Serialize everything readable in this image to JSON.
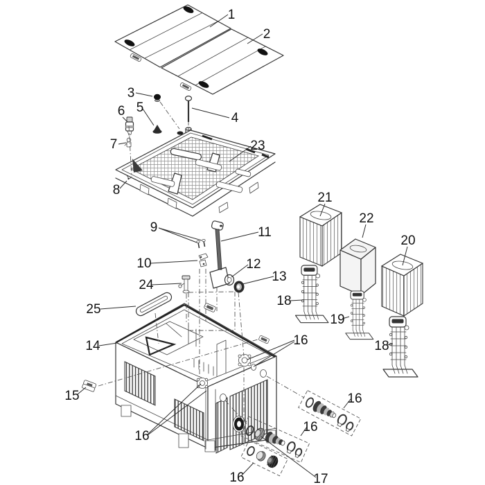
{
  "figure": {
    "type": "exploded-parts-diagram",
    "background": "#ffffff",
    "ink": "#333333",
    "accent_dark": "#1a1a1a",
    "callouts": {
      "c1": "1",
      "c2": "2",
      "c3": "3",
      "c4": "4",
      "c5": "5",
      "c6": "6",
      "c7": "7",
      "c8": "8",
      "c9": "9",
      "c10": "10",
      "c11": "11",
      "c12": "12",
      "c13": "13",
      "c14": "14",
      "c15": "15",
      "c16_flange_right": "16",
      "c16_flange_left": "16",
      "c16_hose_upper": "16",
      "c16_hose_mid": "16",
      "c16_hose_bottom": "16",
      "c17": "17",
      "c18_left": "18",
      "c18_right": "18",
      "c19": "19",
      "c20": "20",
      "c21": "21",
      "c22": "22",
      "c23": "23",
      "c24": "24",
      "c25": "25"
    }
  }
}
